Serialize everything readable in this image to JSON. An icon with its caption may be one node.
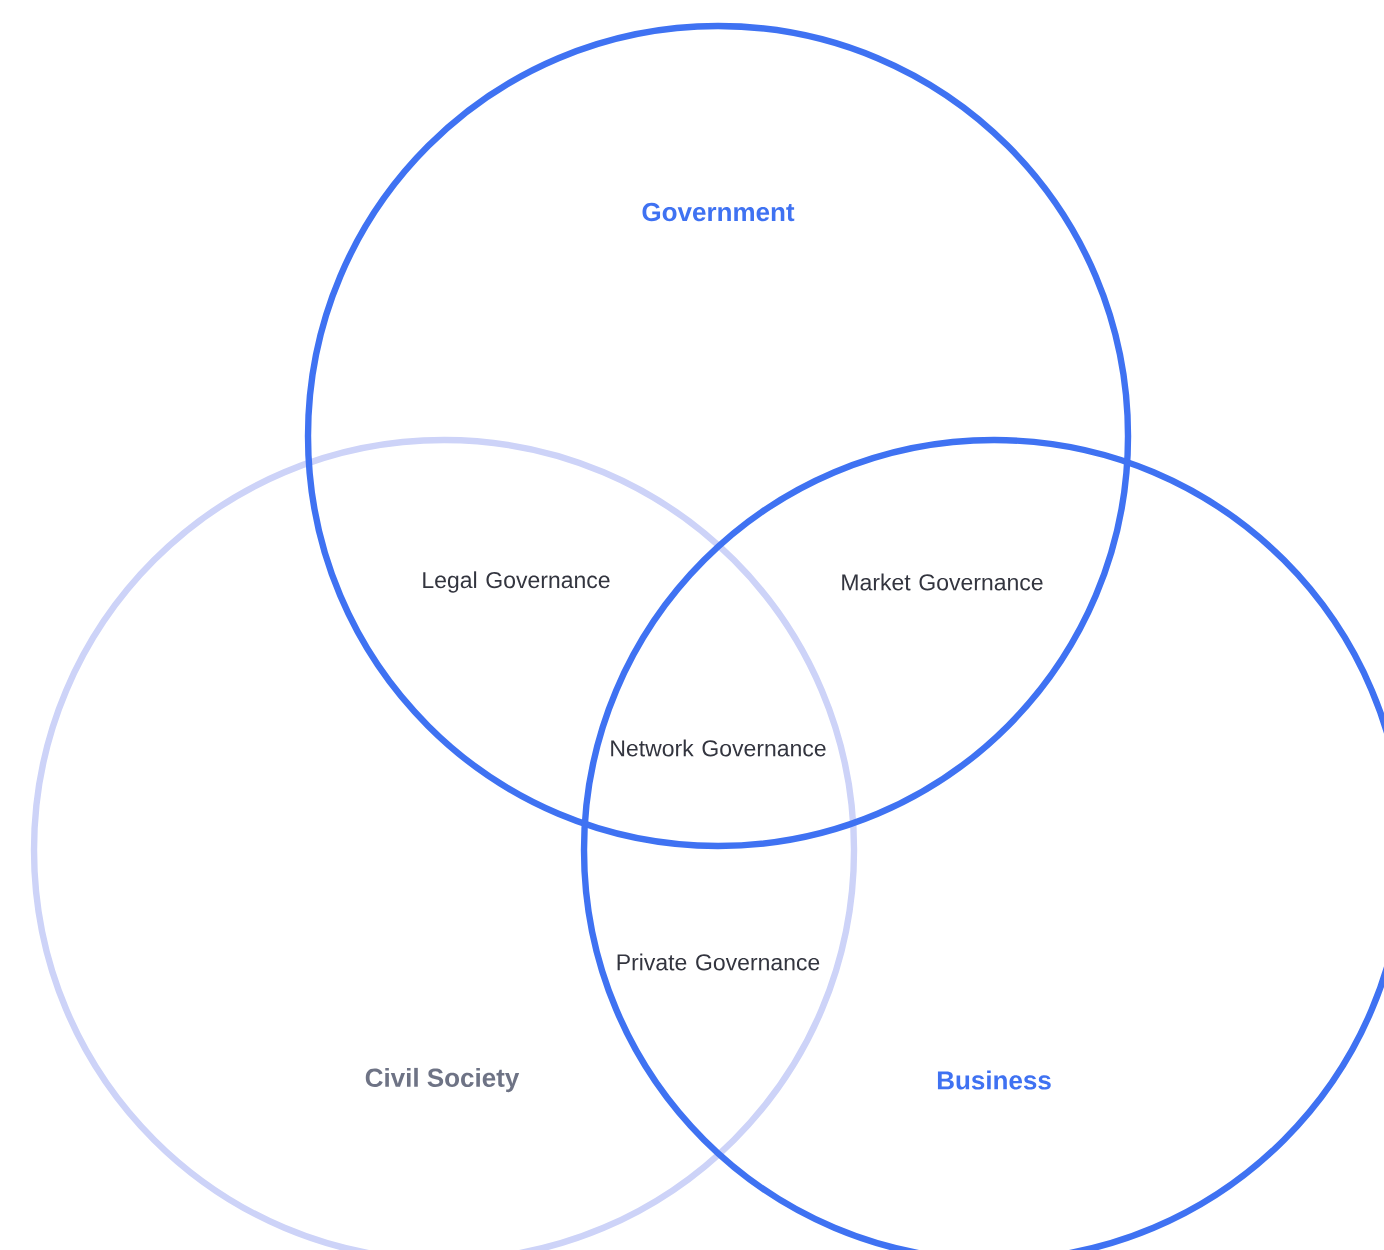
{
  "diagram": {
    "nodes": [
      {
        "text": [
          "Government"
        ]
      },
      {
        "text": [
          "Civil Society"
        ]
      },
      {
        "text": [
          "Business"
        ]
      }
    ],
    "labels": [
      "Legal Governance",
      "Market Governance",
      "Network Governance",
      "Private Governance"
    ]
  }
}
